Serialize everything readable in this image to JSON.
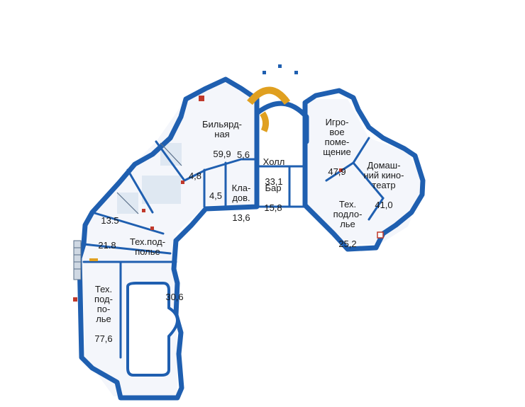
{
  "rooms": {
    "billiard": {
      "name": "Бильярд-\nная",
      "area": "59,9"
    },
    "hall": {
      "name": "Холл",
      "area": "33,1"
    },
    "game": {
      "name": "Игро-\nвое\nпоме-\nщение",
      "area": "47,9"
    },
    "cinema": {
      "name": "Домаш-\nний кино-\nтеатр",
      "area": "41,0"
    },
    "tech_right": {
      "name": "Тех.\nподло-\nлье",
      "area": "25,2"
    },
    "bar": {
      "name": "Бар",
      "area": "15,8"
    },
    "storage": {
      "name": "Кла-\nдов.",
      "area": "13,6"
    },
    "small_56": {
      "area": "5,6"
    },
    "small_48": {
      "area": "4,8"
    },
    "small_45": {
      "area": "4,5"
    },
    "room_135": {
      "area": "13.5"
    },
    "room_218": {
      "area": "21.8"
    },
    "tech_mid": {
      "name": "Тех.под-\nполье"
    },
    "tech_left": {
      "name": "Тех.\nпод-\nпо-\nлье",
      "area": "77,6"
    },
    "pool_area": {
      "area": "30,6"
    }
  },
  "colors": {
    "wall": "#1f5fb0",
    "accent": "#c0392b",
    "stair": "#e0a020"
  }
}
